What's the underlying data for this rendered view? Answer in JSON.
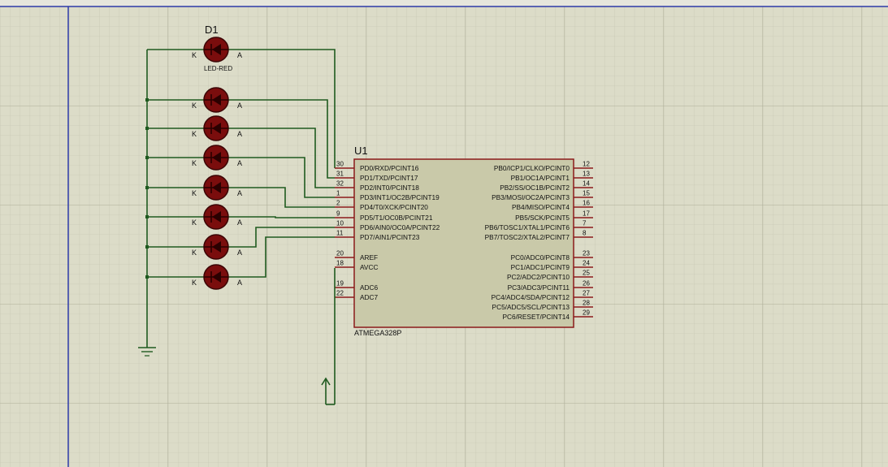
{
  "schematic": {
    "first_led_ref": "D1",
    "first_led_value": "LED-RED",
    "cathode_label": "K",
    "anode_label": "A",
    "led_count": 8,
    "mcu": {
      "ref": "U1",
      "part": "ATMEGA328P",
      "left_pins": [
        {
          "num": "30",
          "name": "PD0/RXD/PCINT16"
        },
        {
          "num": "31",
          "name": "PD1/TXD/PCINT17"
        },
        {
          "num": "32",
          "name": "PD2/INT0/PCINT18"
        },
        {
          "num": "1",
          "name": "PD3/INT1/OC2B/PCINT19"
        },
        {
          "num": "2",
          "name": "PD4/T0/XCK/PCINT20"
        },
        {
          "num": "9",
          "name": "PD5/T1/OC0B/PCINT21"
        },
        {
          "num": "10",
          "name": "PD6/AIN0/OC0A/PCINT22"
        },
        {
          "num": "11",
          "name": "PD7/AIN1/PCINT23"
        },
        {
          "num": "20",
          "name": "AREF"
        },
        {
          "num": "18",
          "name": "AVCC"
        },
        {
          "num": "19",
          "name": "ADC6"
        },
        {
          "num": "22",
          "name": "ADC7"
        }
      ],
      "right_pins": [
        {
          "num": "12",
          "name": "PB0/ICP1/CLKO/PCINT0"
        },
        {
          "num": "13",
          "name": "PB1/OC1A/PCINT1"
        },
        {
          "num": "14",
          "name": "PB2/SS/OC1B/PCINT2"
        },
        {
          "num": "15",
          "name": "PB3/MOSI/OC2A/PCINT3"
        },
        {
          "num": "16",
          "name": "PB4/MISO/PCINT4"
        },
        {
          "num": "17",
          "name": "PB5/SCK/PCINT5"
        },
        {
          "num": "7",
          "name": "PB6/TOSC1/XTAL1/PCINT6"
        },
        {
          "num": "8",
          "name": "PB7/TOSC2/XTAL2/PCINT7"
        },
        {
          "num": "23",
          "name": "PC0/ADC0/PCINT8"
        },
        {
          "num": "24",
          "name": "PC1/ADC1/PCINT9"
        },
        {
          "num": "25",
          "name": "PC2/ADC2/PCINT10"
        },
        {
          "num": "26",
          "name": "PC3/ADC3/PCINT11"
        },
        {
          "num": "27",
          "name": "PC4/ADC4/SDA/PCINT12"
        },
        {
          "num": "28",
          "name": "PC5/ADC5/SCL/PCINT13"
        },
        {
          "num": "29",
          "name": "PC6/RESET/PCINT14"
        }
      ]
    }
  }
}
